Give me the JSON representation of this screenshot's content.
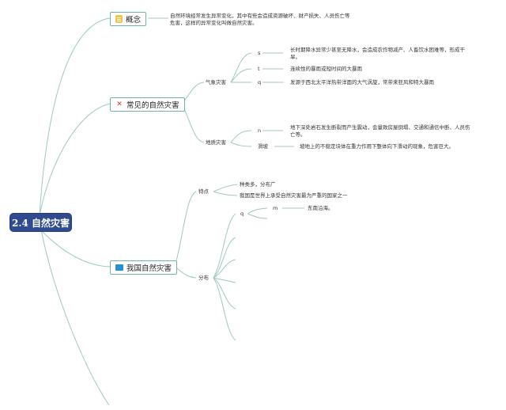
{
  "root": {
    "label": "2.4 自然灾害"
  },
  "concept": {
    "label": "概念",
    "icon": "note-icon",
    "text_line1": "自然环境经常发生异常变化，其中有些会造成资源破坏、财产损失、人员伤亡等",
    "text_line2": "危害，这样的异常变化叫做自然灾害。"
  },
  "common": {
    "label": "常见的自然灾害",
    "icon": "tools-icon",
    "meteo": {
      "label": "气象灾害",
      "items": [
        {
          "key": "s",
          "text_line1": "长时期降水异常少甚至无降水，会造成农作物减产、人畜饮水困难等，形成干",
          "text_line2": "旱。"
        },
        {
          "key": "t",
          "text_line1": "连续性的暴雨或短时间的大暴雨"
        },
        {
          "key": "q",
          "text_line1": "发源于西北太平洋热带洋面的大气涡旋，常带来狂风和特大暴雨"
        }
      ]
    },
    "geo": {
      "label": "地质灾害",
      "items": [
        {
          "key": "n",
          "text_line1": "地下深处岩石发生断裂而产生震动，会量致房屋倒塌、交通和通信中断、人员伤",
          "text_line2": "亡等。"
        },
        {
          "key": "滑坡",
          "text_line1": "坡地上的不稳定块体在重力作用下整体向下滑动的现象，危害巨大。"
        }
      ]
    }
  },
  "china": {
    "label": "我国自然灾害",
    "icon": "flag-icon",
    "features": {
      "label": "特点",
      "items": [
        "种类多，分布广",
        "我国是世界上承受自然灾害最为严重的国家之一"
      ]
    },
    "distribution": {
      "label": "分布",
      "q_label": "q",
      "m_label": "m",
      "m_text": "东南沿海。"
    }
  },
  "colors": {
    "root_bg": "#2f4a8f",
    "edge": "#9fc8c2",
    "topic_border": "#6fb3a8"
  }
}
